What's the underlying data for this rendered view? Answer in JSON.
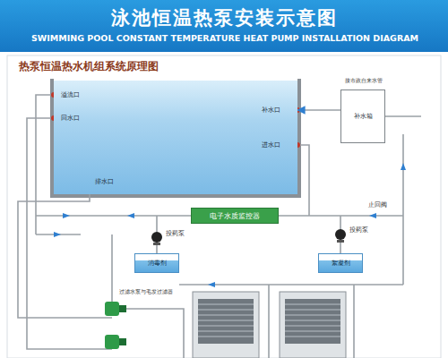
{
  "diagram": {
    "title": "泳池恒温热泵安装示意图",
    "nodes": [
      {
        "text": [
          "溢流口",
          "回水口",
          "补水口",
          "进水口",
          "排水口"
        ]
      },
      {
        "text": [
          "补水箱"
        ]
      },
      {
        "text": [
          "电子水质监控器"
        ]
      },
      {
        "text": [
          "消毒剂"
        ]
      },
      {
        "text": [
          "絮凝剂"
        ]
      }
    ],
    "edges": [
      {
        "from": 1,
        "to": 0,
        "arrow": "to"
      }
    ],
    "labels": [
      "SWIMMING POOL CONSTANT TEMPERATURE HEAT PUMP INSTALLATION DIAGRAM",
      "热泵恒温热水机组系统原理图",
      "接市政自来水管",
      "投药泵",
      "投药泵",
      "止回阀",
      "过滤水泵与毛发过滤器"
    ]
  }
}
